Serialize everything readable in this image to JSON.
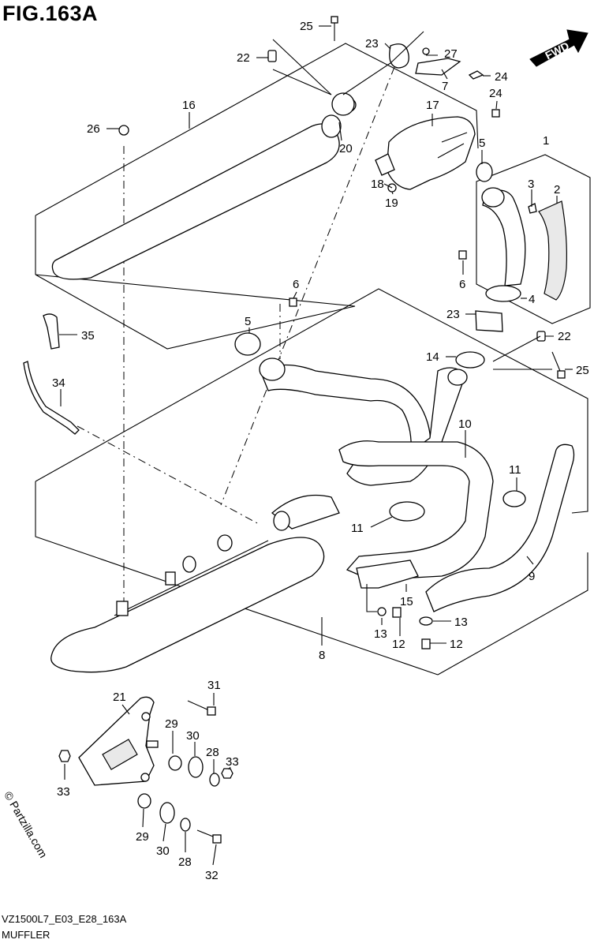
{
  "figure": {
    "title": "FIG.163A",
    "code": "VZ1500L7_E03_E28_163A",
    "name": "MUFFLER",
    "copyright": "© Partzilla.com",
    "fwd_label": "FWD"
  },
  "callouts": [
    {
      "id": "c25a",
      "label": "25"
    },
    {
      "id": "c22a",
      "label": "22"
    },
    {
      "id": "c23a",
      "label": "23"
    },
    {
      "id": "c27",
      "label": "27"
    },
    {
      "id": "c7",
      "label": "7"
    },
    {
      "id": "c24a",
      "label": "24"
    },
    {
      "id": "c24b",
      "label": "24"
    },
    {
      "id": "c16",
      "label": "16"
    },
    {
      "id": "c17",
      "label": "17"
    },
    {
      "id": "c26",
      "label": "26"
    },
    {
      "id": "c20",
      "label": "20"
    },
    {
      "id": "c5a",
      "label": "5"
    },
    {
      "id": "c1",
      "label": "1"
    },
    {
      "id": "c3",
      "label": "3"
    },
    {
      "id": "c2",
      "label": "2"
    },
    {
      "id": "c18",
      "label": "18"
    },
    {
      "id": "c19",
      "label": "19"
    },
    {
      "id": "c6a",
      "label": "6"
    },
    {
      "id": "c4",
      "label": "4"
    },
    {
      "id": "c6b",
      "label": "6"
    },
    {
      "id": "c23b",
      "label": "23"
    },
    {
      "id": "c5b",
      "label": "5"
    },
    {
      "id": "c35",
      "label": "35"
    },
    {
      "id": "c22b",
      "label": "22"
    },
    {
      "id": "c14",
      "label": "14"
    },
    {
      "id": "c25b",
      "label": "25"
    },
    {
      "id": "c34",
      "label": "34"
    },
    {
      "id": "c10",
      "label": "10"
    },
    {
      "id": "c11a",
      "label": "11"
    },
    {
      "id": "c11b",
      "label": "11"
    },
    {
      "id": "c9",
      "label": "9"
    },
    {
      "id": "c15",
      "label": "15"
    },
    {
      "id": "c13a",
      "label": "13"
    },
    {
      "id": "c13b",
      "label": "13"
    },
    {
      "id": "c12a",
      "label": "12"
    },
    {
      "id": "c12b",
      "label": "12"
    },
    {
      "id": "c8",
      "label": "8"
    },
    {
      "id": "c21",
      "label": "21"
    },
    {
      "id": "c31",
      "label": "31"
    },
    {
      "id": "c29a",
      "label": "29"
    },
    {
      "id": "c30a",
      "label": "30"
    },
    {
      "id": "c28a",
      "label": "28"
    },
    {
      "id": "c33a",
      "label": "33"
    },
    {
      "id": "c33b",
      "label": "33"
    },
    {
      "id": "c29b",
      "label": "29"
    },
    {
      "id": "c30b",
      "label": "30"
    },
    {
      "id": "c28b",
      "label": "28"
    },
    {
      "id": "c32",
      "label": "32"
    }
  ]
}
